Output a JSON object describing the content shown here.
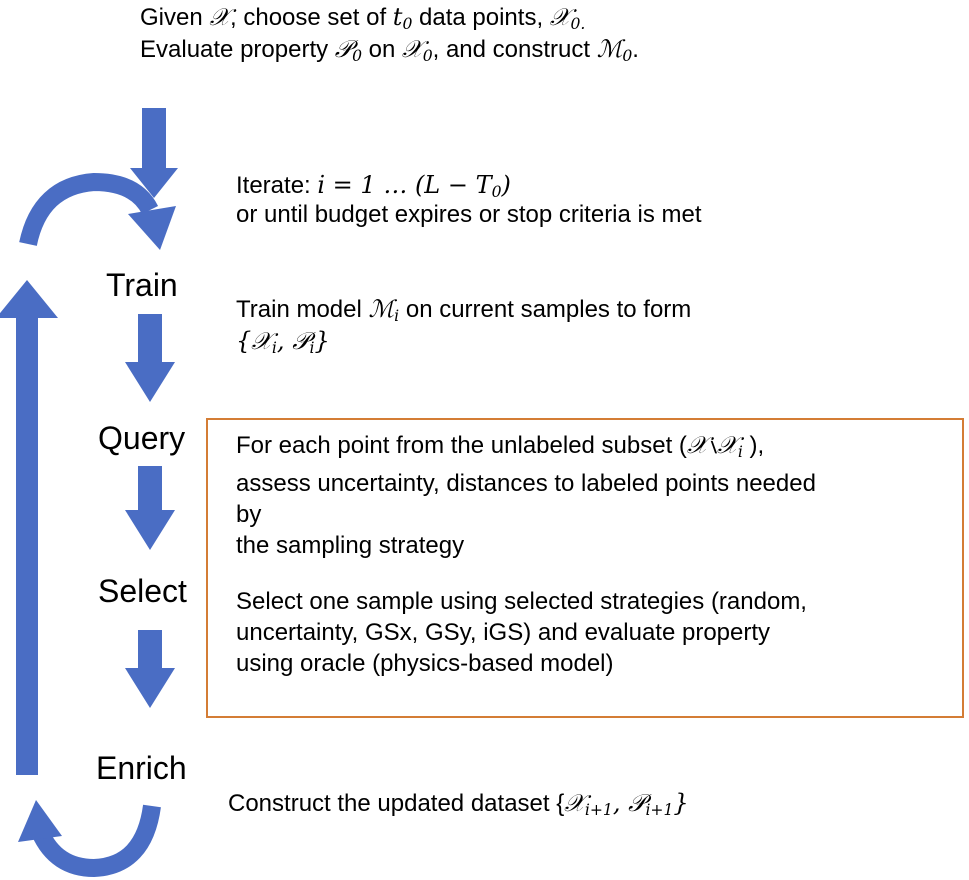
{
  "colors": {
    "arrow": "#4A6DC4",
    "box_border": "#D47D35",
    "text": "#000000"
  },
  "header": {
    "line1": {
      "pre": "Given ",
      "sym1": "𝒳",
      "mid1": ", choose set of ",
      "sym2_base": "t",
      "sym2_sub": "0",
      "mid2": " data points, ",
      "sym3_base": "𝒳",
      "sym3_sub": "0."
    },
    "line2": {
      "pre": "Evaluate property ",
      "p_base": "𝒫",
      "p_sub": "0",
      "on": " on ",
      "x_base": "𝒳",
      "x_sub": "0",
      "mid": ", and construct ",
      "m_base": "ℳ",
      "m_sub": "0",
      "end": "."
    }
  },
  "iterate": {
    "line1": {
      "pre": "Iterate:  ",
      "expr": "i = 1 … (L − T",
      "sub": "0",
      "close": ")"
    },
    "line2": "or until budget expires or stop criteria is met"
  },
  "steps": {
    "train": "Train",
    "query": "Query",
    "select": "Select",
    "enrich": "Enrich"
  },
  "train_desc": {
    "line1": {
      "pre": "Train model ",
      "m_base": "ℳ",
      "m_sub": "i",
      "post": " on current samples to form"
    },
    "line2": {
      "open": "{",
      "x_base": "𝒳",
      "x_sub": "i",
      "comma": ", ",
      "p_base": "𝒫",
      "p_sub": "i",
      "close": "}"
    }
  },
  "query_desc": {
    "line1": {
      "pre": "For each point from the unlabeled subset  (",
      "sym": "𝒳∖𝒳",
      "sub": "i",
      "post": " ),"
    },
    "line2": "assess uncertainty, distances to labeled points needed",
    "line3": "by",
    "line4": "the sampling strategy"
  },
  "select_desc": {
    "line1": "Select one sample using selected strategies (random,",
    "line2": "uncertainty, GSx, GSy, iGS) and evaluate property",
    "line3": "using oracle (physics-based model)"
  },
  "enrich_desc": {
    "pre": "Construct the updated dataset  {",
    "x_base": "𝒳",
    "x_sub": "i+1",
    "comma": ", ",
    "p_base": "𝒫",
    "p_sub": "i+1",
    "close": "}"
  }
}
